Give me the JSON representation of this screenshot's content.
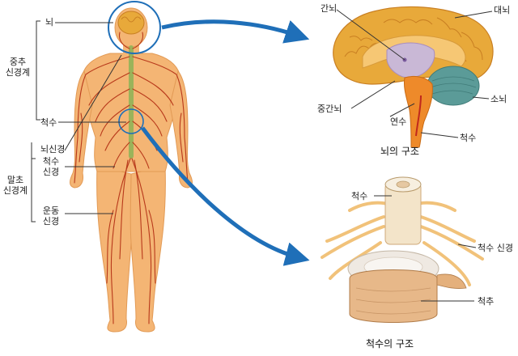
{
  "colors": {
    "skin": "#f4b574",
    "skin_dark": "#e29a55",
    "nerve": "#b8391b",
    "spine_green": "#9bb35a",
    "arrow_blue": "#1f6fb8",
    "brain_gold": "#e8a93a",
    "cerebellum": "#5b9b98",
    "brainstem": "#ee8a2a",
    "vertebra": "#e7b889"
  },
  "labels": {
    "brain": "뇌",
    "central_1": "중추",
    "central_2": "신경계",
    "spinal_cord": "척수",
    "cranial_nerve": "뇌신경",
    "spinal_nerve_1": "척수",
    "spinal_nerve_2": "신경",
    "peripheral_1": "말초",
    "peripheral_2": "신경계",
    "motor_1": "운동",
    "motor_2": "신경"
  },
  "brain_panel": {
    "diencephalon": "간뇌",
    "cerebrum": "대뇌",
    "midbrain": "중간뇌",
    "medulla": "연수",
    "cerebellum": "소뇌",
    "spinal_cord": "척수",
    "caption": "뇌의 구조"
  },
  "spine_panel": {
    "spinal_cord": "척수",
    "spinal_nerve": "척수 신경",
    "vertebra": "척추",
    "caption": "척수의 구조"
  }
}
